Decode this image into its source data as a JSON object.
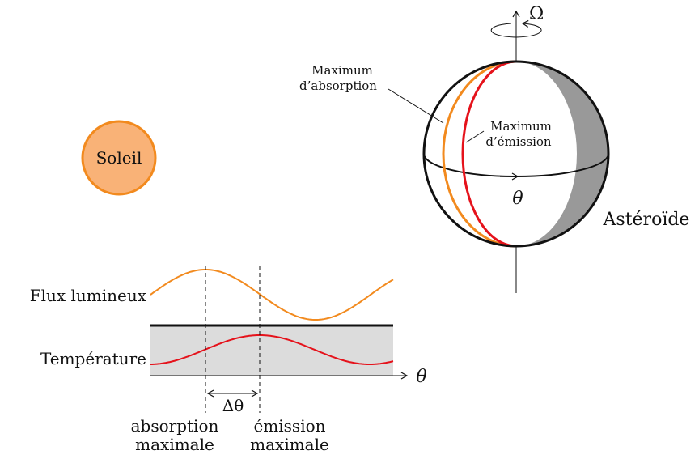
{
  "sun": {
    "label": "Soleil"
  },
  "asteroid": {
    "label": "Astéroïde",
    "axis_label": "Ω",
    "longitude_label": "θ",
    "absorption_label_line1": "Maximum",
    "absorption_label_line2": "d’absorption",
    "emission_label_line1": "Maximum",
    "emission_label_line2": "d’émission"
  },
  "graph": {
    "flux_label": "Flux lumineux",
    "temperature_label": "Température",
    "theta_label": "θ",
    "delta_label": "Δθ",
    "absorption_caption_line1": "absorption",
    "absorption_caption_line2": "maximale",
    "emission_caption_line1": "émission",
    "emission_caption_line2": "maximale"
  },
  "colors": {
    "sun_fill": "#f9b277",
    "sun_stroke": "#f28a1e",
    "absorption": "#f28a1e",
    "emission": "#e5121b",
    "shadow": "#999999",
    "band": "#dcdcdc"
  }
}
